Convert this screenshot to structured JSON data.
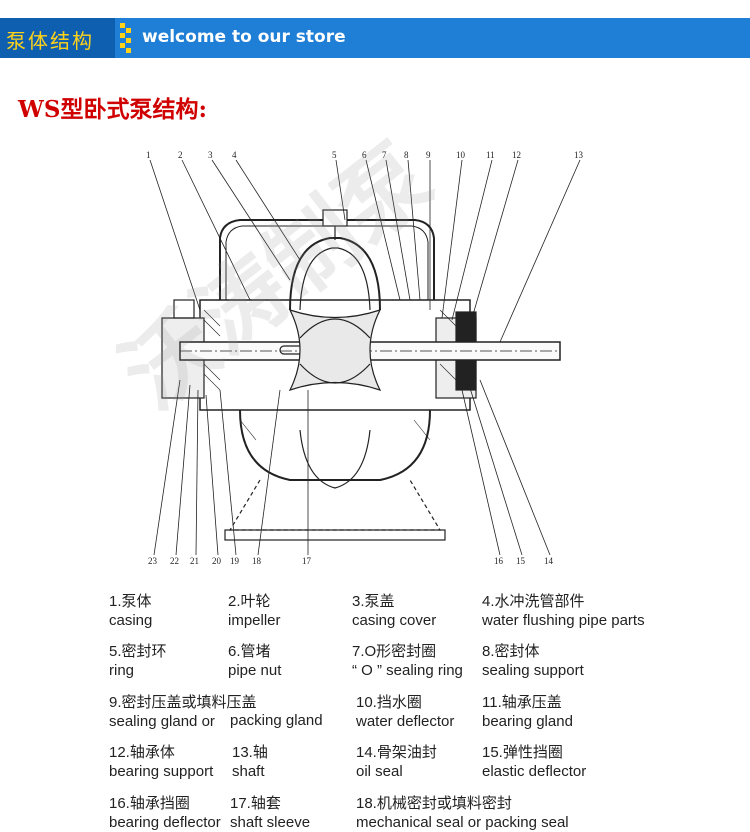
{
  "banner": {
    "left_title": "泵体结构",
    "text": "welcome to our store",
    "bg_color": "#1f7fd6",
    "left_bg_color": "#0f5fb0",
    "accent_color": "#ffd21a"
  },
  "title": "WS型卧式泵结构:",
  "title_color": "#d00000",
  "callouts": [
    "1",
    "2",
    "3",
    "4",
    "5",
    "6",
    "7",
    "8",
    "9",
    "10",
    "11",
    "12",
    "13",
    "14",
    "15",
    "16",
    "17",
    "18",
    "19",
    "20",
    "21",
    "22",
    "23"
  ],
  "watermark": "沃涛制泵",
  "parts": [
    {
      "zh": "1.泵体",
      "en": "casing"
    },
    {
      "zh": "2.叶轮",
      "en": "impeller"
    },
    {
      "zh": "3.泵盖",
      "en": "casing cover"
    },
    {
      "zh": "4.水冲洗管部件",
      "en": "water flushing pipe parts"
    },
    {
      "zh": "5.密封环",
      "en": "ring"
    },
    {
      "zh": "6.管堵",
      "en": "pipe nut"
    },
    {
      "zh": "7.O形密封圈",
      "en": "“ O ” sealing ring"
    },
    {
      "zh": "8.密封体",
      "en": "sealing support"
    },
    {
      "zh": "9.密封压盖或填料压盖",
      "en": "sealing gland or"
    },
    {
      "zh": "",
      "en": "packing gland"
    },
    {
      "zh": "10.挡水圈",
      "en": "water deflector"
    },
    {
      "zh": "11.轴承压盖",
      "en": "bearing gland"
    },
    {
      "zh": "12.轴承体",
      "en": "bearing support"
    },
    {
      "zh": "13.轴",
      "en": "shaft"
    },
    {
      "zh": "14.骨架油封",
      "en": "oil seal"
    },
    {
      "zh": "15.弹性挡圈",
      "en": "elastic deflector"
    },
    {
      "zh": "16.轴承挡圈",
      "en": "bearing deflector"
    },
    {
      "zh": "17.轴套",
      "en": "shaft sleeve"
    },
    {
      "zh": "18.机械密封或填料密封",
      "en": "mechanical seal or packing seal"
    }
  ]
}
